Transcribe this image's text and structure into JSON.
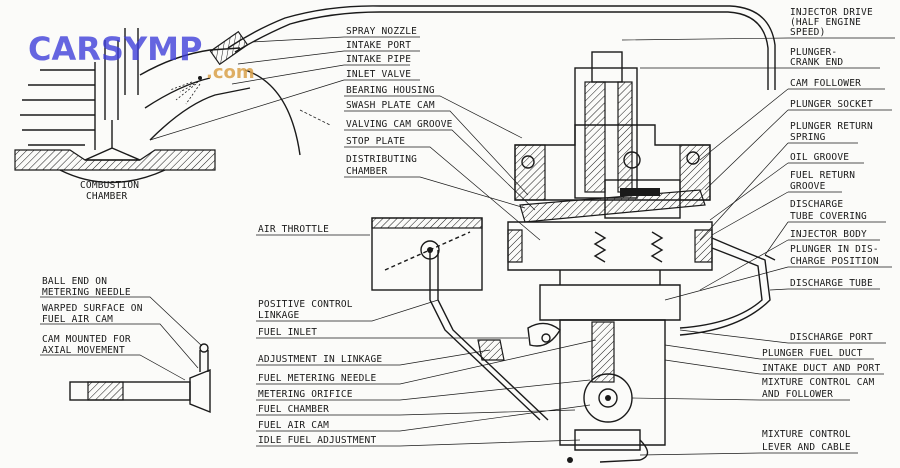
{
  "watermark": {
    "brand": "CARSYMP",
    "suffix": ".com"
  },
  "labels": {
    "spray_nozzle": "SPRAY NOZZLE",
    "intake_port": "INTAKE PORT",
    "intake_pipe": "INTAKE PIPE",
    "inlet_valve": "INLET VALVE",
    "bearing_housing": "BEARING HOUSING",
    "swash_plate_cam": "SWASH PLATE CAM",
    "valving_cam_groove": "VALVING CAM GROOVE",
    "stop_plate": "STOP PLATE",
    "distributing_chamber_1": "DISTRIBUTING",
    "distributing_chamber_2": "CHAMBER",
    "combustion_chamber_1": "COMBUSTION",
    "combustion_chamber_2": "CHAMBER",
    "air_throttle": "AIR THROTTLE",
    "ball_end_1": "BALL END ON",
    "ball_end_2": "METERING NEEDLE",
    "warped_surface_1": "WARPED SURFACE ON",
    "warped_surface_2": "FUEL AIR CAM",
    "cam_mounted_1": "CAM MOUNTED FOR",
    "cam_mounted_2": "AXIAL MOVEMENT",
    "positive_control_1": "POSITIVE CONTROL",
    "positive_control_2": "LINKAGE",
    "fuel_inlet": "FUEL INLET",
    "adjustment_in_linkage": "ADJUSTMENT IN LINKAGE",
    "fuel_metering_needle": "FUEL METERING NEEDLE",
    "metering_orifice": "METERING ORIFICE",
    "fuel_chamber": "FUEL CHAMBER",
    "fuel_air_cam": "FUEL AIR CAM",
    "idle_fuel_adjustment": "IDLE FUEL ADJUSTMENT",
    "injector_drive_1": "INJECTOR DRIVE",
    "injector_drive_2": "(HALF ENGINE",
    "injector_drive_3": "SPEED)",
    "plunger_crank_1": "PLUNGER-",
    "plunger_crank_2": "CRANK END",
    "cam_follower": "CAM FOLLOWER",
    "plunger_socket": "PLUNGER SOCKET",
    "plunger_return_1": "PLUNGER RETURN",
    "plunger_return_2": "SPRING",
    "oil_groove": "OIL GROOVE",
    "fuel_return_1": "FUEL RETURN",
    "fuel_return_2": "GROOVE",
    "discharge_tube_covering_1": "DISCHARGE",
    "discharge_tube_covering_2": "TUBE COVERING",
    "injector_body": "INJECTOR BODY",
    "plunger_discharge_1": "PLUNGER IN DIS-",
    "plunger_discharge_2": "CHARGE POSITION",
    "discharge_tube": "DISCHARGE TUBE",
    "discharge_port": "DISCHARGE PORT",
    "plunger_fuel_duct": "PLUNGER FUEL DUCT",
    "intake_duct_port": "INTAKE DUCT AND PORT",
    "mixture_cam_1": "MIXTURE CONTROL CAM",
    "mixture_cam_2": "AND FOLLOWER",
    "mixture_lever_1": "MIXTURE CONTROL",
    "mixture_lever_2": "LEVER AND CABLE"
  },
  "colors": {
    "ink": "#1a1a1a",
    "paper": "#fbfbf9",
    "watermark_brand": "#3b3bd9",
    "watermark_suffix": "#d8a04a"
  }
}
